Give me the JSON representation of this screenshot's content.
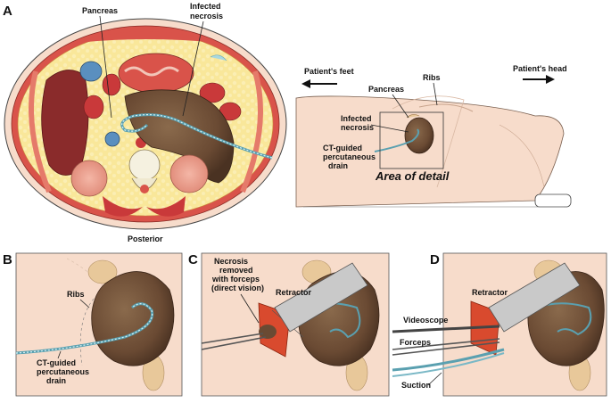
{
  "panels": {
    "a": "A",
    "b": "B",
    "c": "C",
    "d": "D"
  },
  "cross_section": {
    "pancreas": "Pancreas",
    "infected_necrosis": [
      "Infected",
      "necrosis"
    ],
    "posterior": "Posterior"
  },
  "side_view": {
    "patients_feet": "Patient's feet",
    "patients_head": "Patient's head",
    "pancreas": "Pancreas",
    "ribs": "Ribs",
    "infected_necrosis": [
      "Infected",
      "necrosis"
    ],
    "ct_drain": [
      "CT-guided",
      "percutaneous",
      "drain"
    ],
    "area_of_detail": "Area of detail"
  },
  "panel_b": {
    "ribs": "Ribs",
    "ct_drain": [
      "CT-guided",
      "percutaneous",
      "drain"
    ]
  },
  "panel_c": {
    "necrosis_removed": [
      "Necrosis",
      "removed",
      "with forceps",
      "(direct vision)"
    ],
    "retractor": "Retractor"
  },
  "panel_d": {
    "retractor": "Retractor",
    "videoscope": "Videoscope",
    "forceps": "Forceps",
    "suction": "Suction"
  },
  "colors": {
    "skin": "#f7dccb",
    "muscle": "#d9534a",
    "fat": "#f9e79a",
    "necrosis": "#6b4a33",
    "drain": "#a9d8e0"
  }
}
